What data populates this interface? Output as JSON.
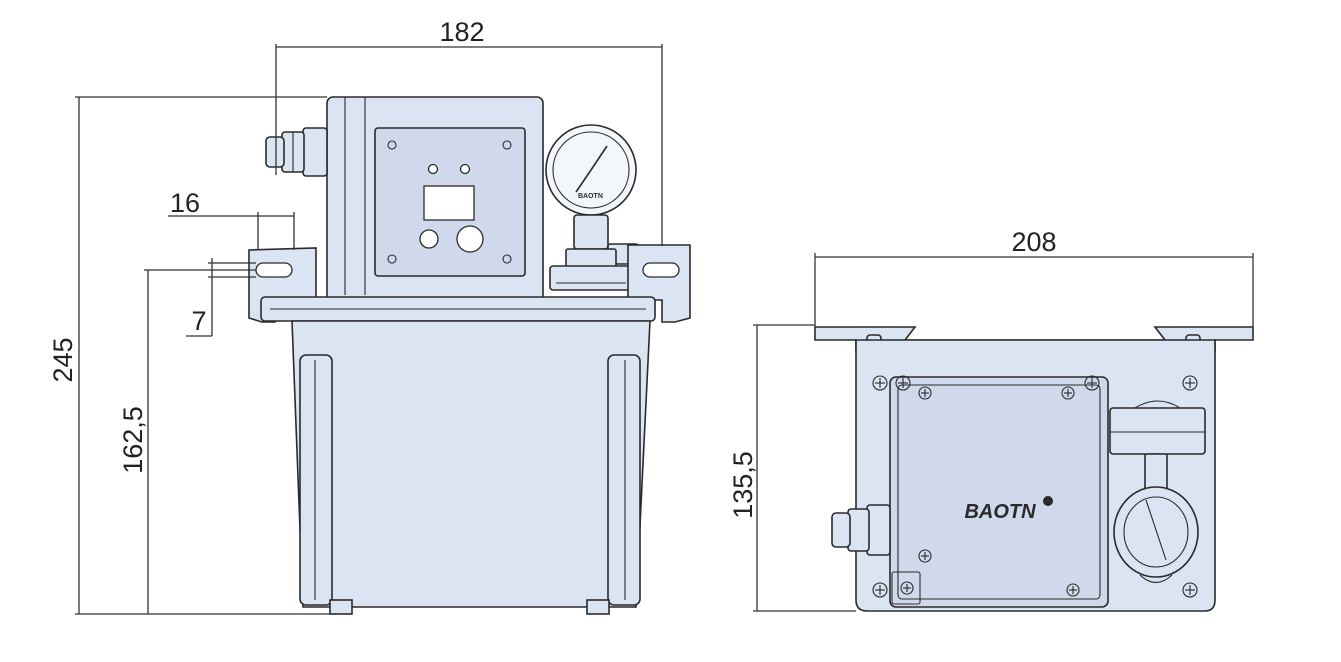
{
  "dimensions": {
    "front_width": "182",
    "slot_spacing": "16",
    "slot_height": "7",
    "total_height": "245",
    "mount_height": "162,5",
    "side_width": "208",
    "side_height": "135,5"
  },
  "brand": "BAOTN",
  "colors": {
    "body_fill": "#dbe4f2",
    "panel_fill": "#cfd9eb",
    "outline": "#2a2a2a"
  }
}
